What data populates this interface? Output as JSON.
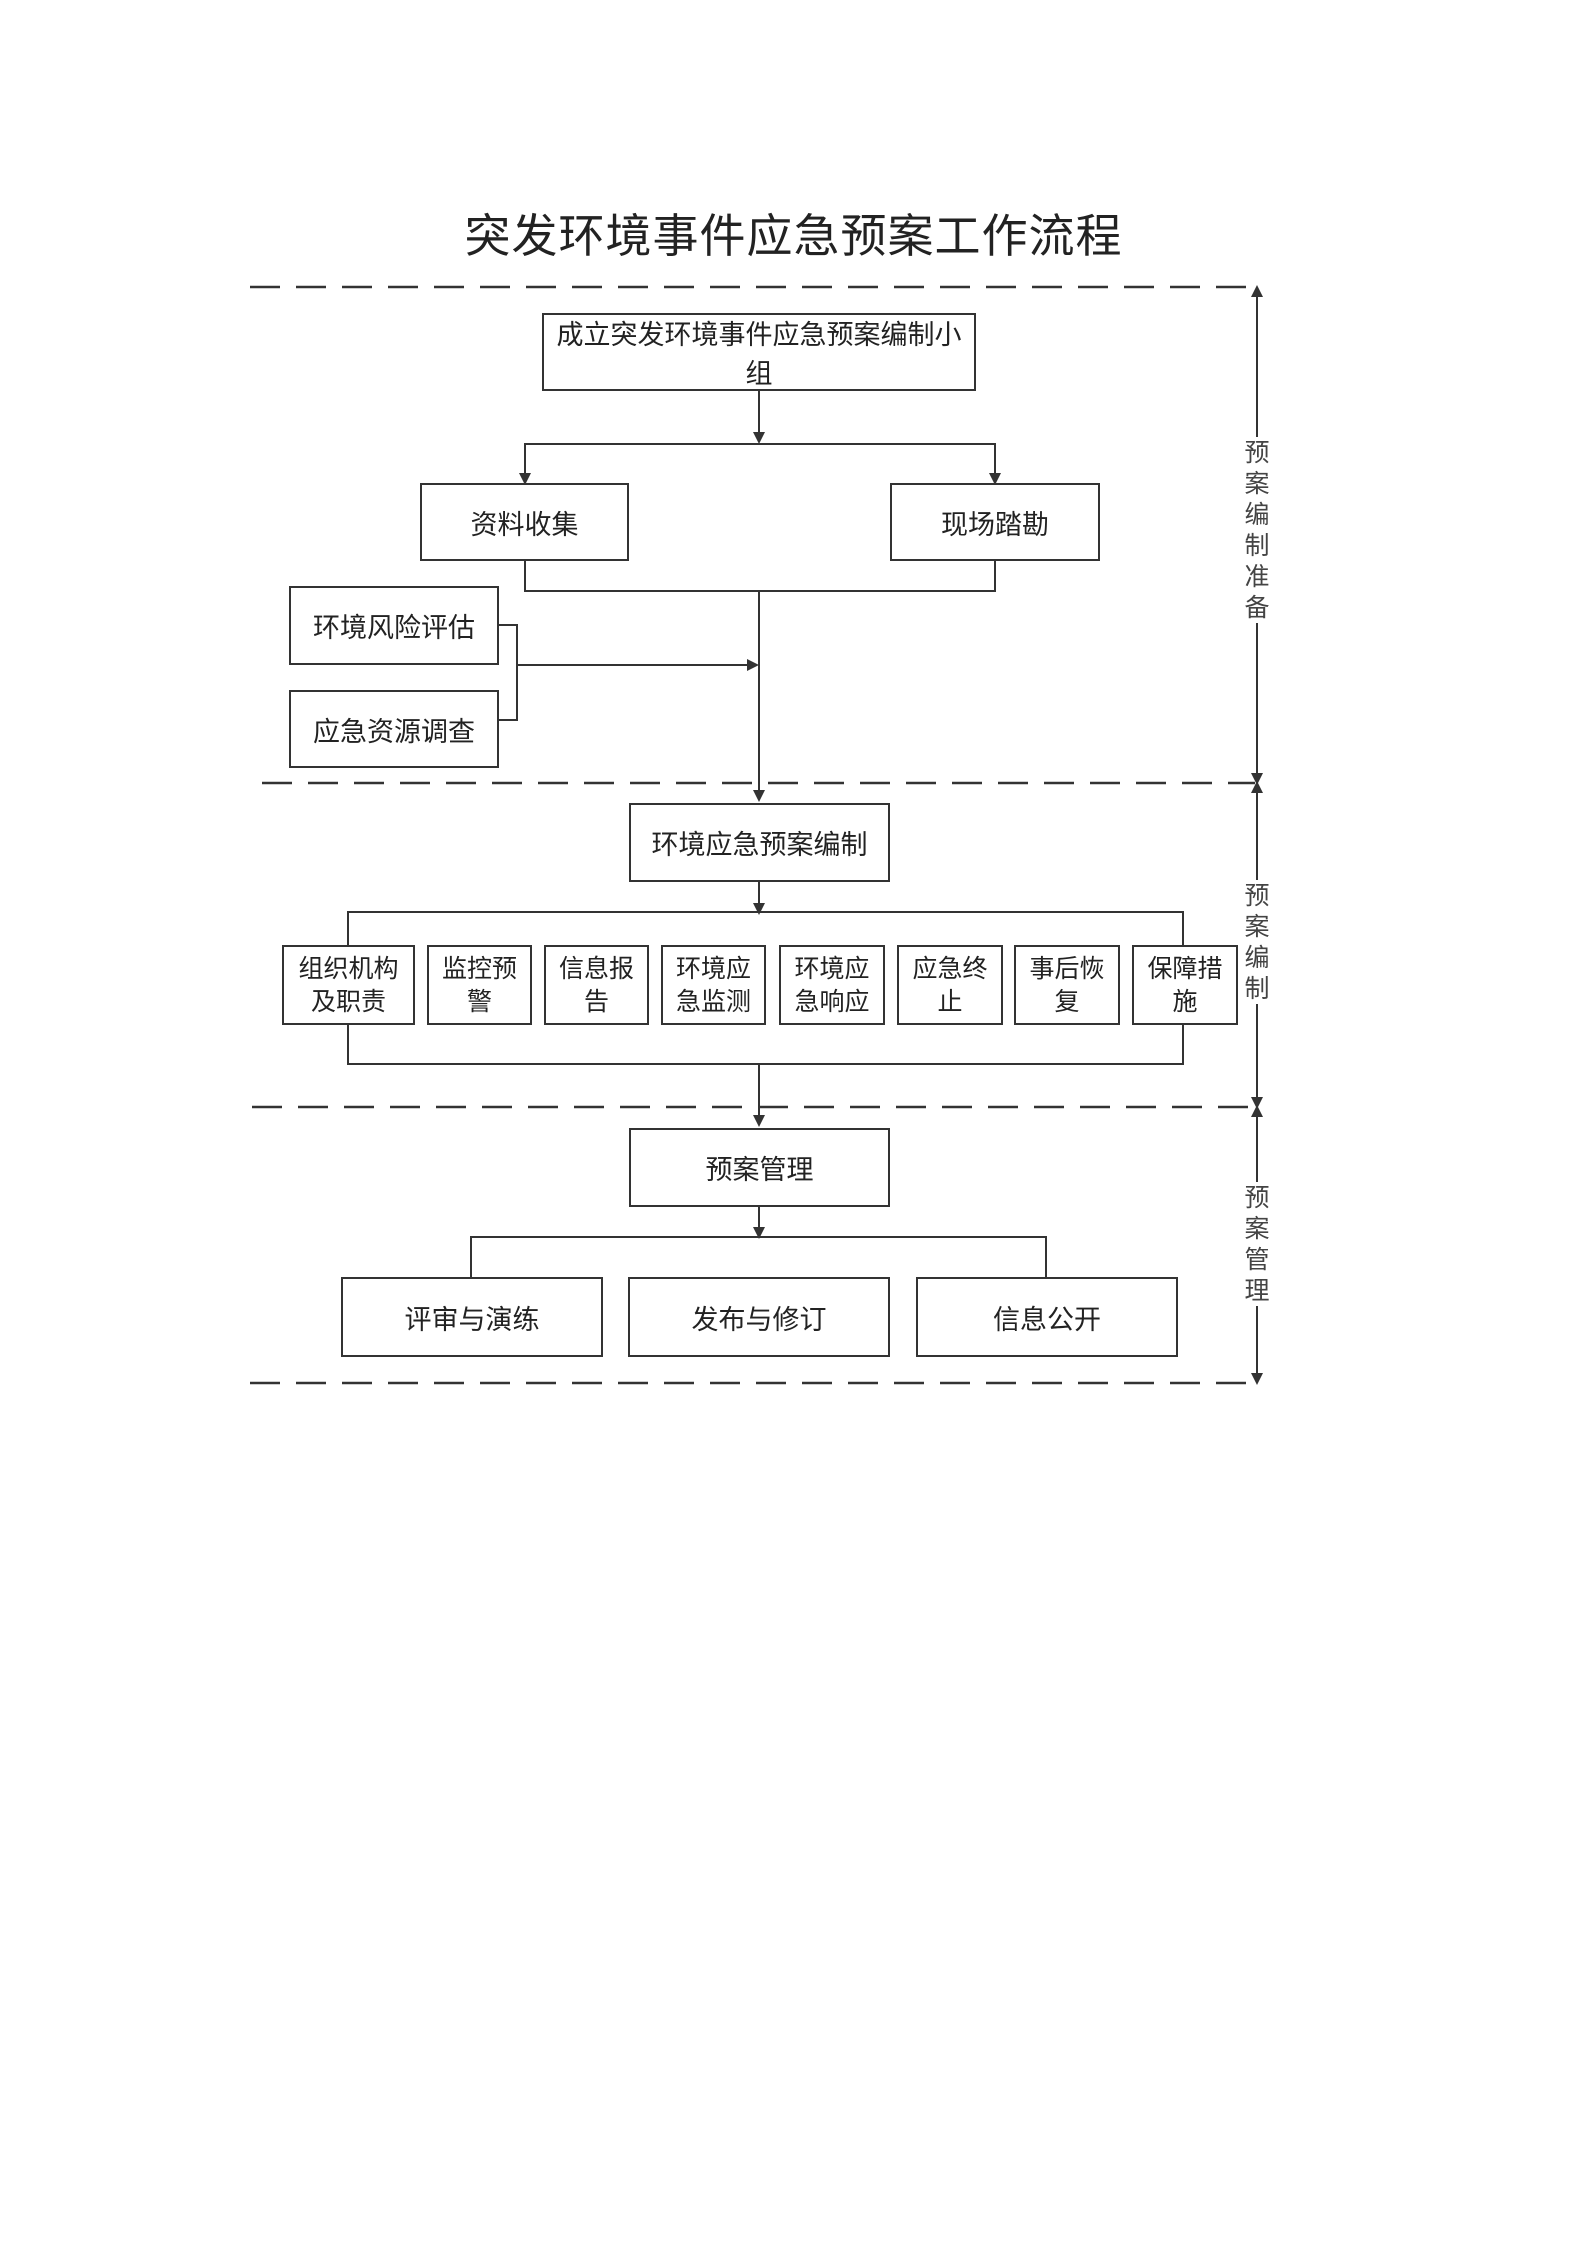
{
  "title": "突发环境事件应急预案工作流程",
  "boxes": {
    "team": "成立突发环境事件应急预案编制小组",
    "collect": "资料收集",
    "survey": "现场踏勘",
    "risk": "环境风险评估",
    "resource": "应急资源调查",
    "compile": "环境应急预案编制",
    "manage": "预案管理"
  },
  "compile_items": [
    "组织机构\n及职责",
    "监控预\n警",
    "信息报\n告",
    "环境应\n急监测",
    "环境应\n急响应",
    "应急终\n止",
    "事后恢\n复",
    "保障措\n施"
  ],
  "manage_items": [
    "评审与演练",
    "发布与修订",
    "信息公开"
  ],
  "sections": [
    "预案编制准备",
    "预案编制",
    "预案管理"
  ]
}
